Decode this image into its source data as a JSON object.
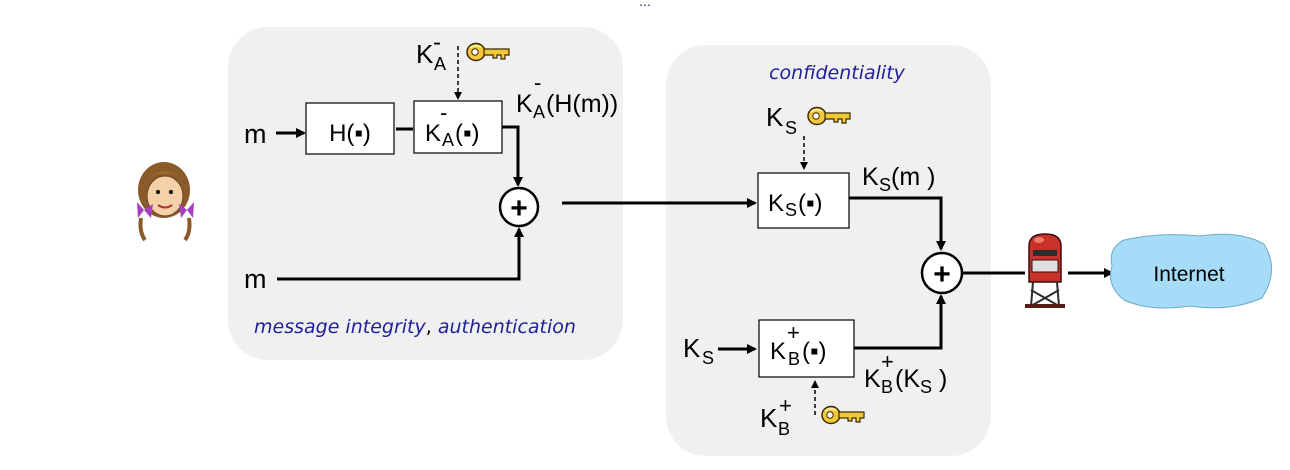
{
  "title_fragment": "...",
  "panels": {
    "left_caption_a": "message integrity",
    "left_caption_sep": ", ",
    "left_caption_b": "authentication",
    "right_title": "confidentiality"
  },
  "inputs": {
    "m_top": "m",
    "m_bottom": "m",
    "ks_in": "K"
  },
  "boxes": {
    "hash": "H(▪)",
    "ka_priv_K": "K",
    "ka_priv_sup": "-",
    "ka_priv_sub": "A",
    "ka_priv_arg": "(▪)",
    "ks_K": "K",
    "ks_sub": "S",
    "ks_arg": "(▪)",
    "kb_pub_K": "K",
    "kb_pub_sup": "+",
    "kb_pub_sub": "B",
    "kb_pub_arg": "(▪)"
  },
  "labels": {
    "ka_key_K": "K",
    "ka_key_sup": "-",
    "ka_key_sub": "A",
    "ka_out_K": "K",
    "ka_out_sup": "-",
    "ka_out_sub": "A",
    "ka_out_arg": "(H(m))",
    "ks_key_K": "K",
    "ks_key_sub": "S",
    "ks_out_K": "K",
    "ks_out_sub": "S",
    "ks_out_arg": "(m )",
    "kb_out_K": "K",
    "kb_out_sup": "+",
    "kb_out_sub": "B",
    "kb_out_arg": "(K",
    "kb_out_arg_sub": "S",
    "kb_out_close": " )",
    "kb_key_K": "K",
    "kb_key_sup": "+",
    "kb_key_sub": "B",
    "ks_in_sub": "S",
    "xor_symbol": "+",
    "internet": "Internet"
  },
  "colors": {
    "panel": "#f0f0f0",
    "caption": "#1f1f9a",
    "cloud": "#a6dcf7",
    "key": "#f2c83a"
  },
  "icons": [
    "alice-face-icon",
    "key-icon",
    "mailbox-icon",
    "internet-cloud-icon"
  ]
}
